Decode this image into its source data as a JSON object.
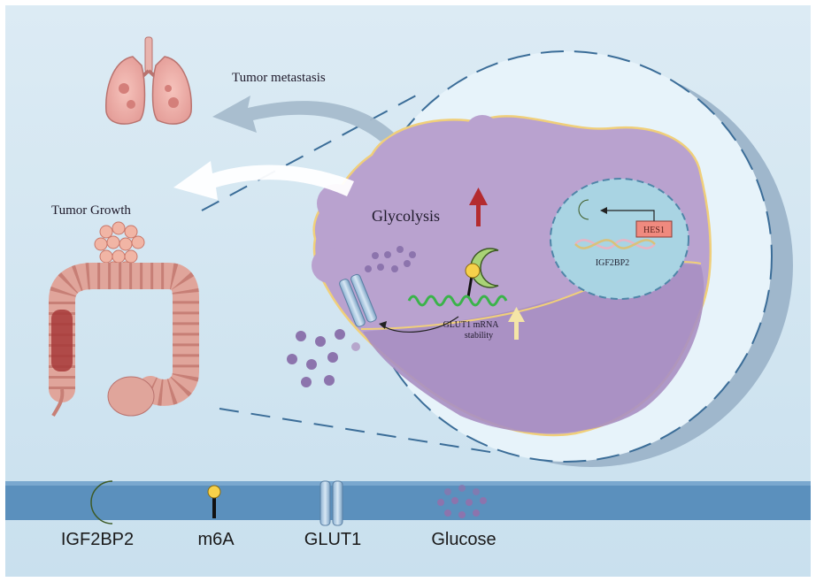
{
  "labels": {
    "tumor_metastasis": "Tumor metastasis",
    "tumor_growth": "Tumor Growth",
    "glycolysis": "Glycolysis",
    "hes1": "HES1",
    "igf2bp2_gene": "IGF2BP2",
    "glut1_mrna": "GLUT1 mRNA",
    "stability": "stability"
  },
  "legend": {
    "items": [
      {
        "label": "IGF2BP2",
        "icon": "igf2bp2-protein-icon"
      },
      {
        "label": "m6A",
        "icon": "m6a-marker-icon"
      },
      {
        "label": "GLUT1",
        "icon": "glut1-transporter-icon"
      },
      {
        "label": "Glucose",
        "icon": "glucose-dots-icon"
      }
    ]
  },
  "colors": {
    "background": "#cfe4f1",
    "legend_bar": "#5b90bd",
    "cell": "#b79fcc",
    "nucleus": "#a9d4e3",
    "igf2bp2": "#a9d376",
    "hes1_box": "#f08a7f",
    "glucose": "#8c74ad",
    "arrow_up_red": "#b42b2f",
    "arrow_up_yellow": "#f4e5a7"
  }
}
